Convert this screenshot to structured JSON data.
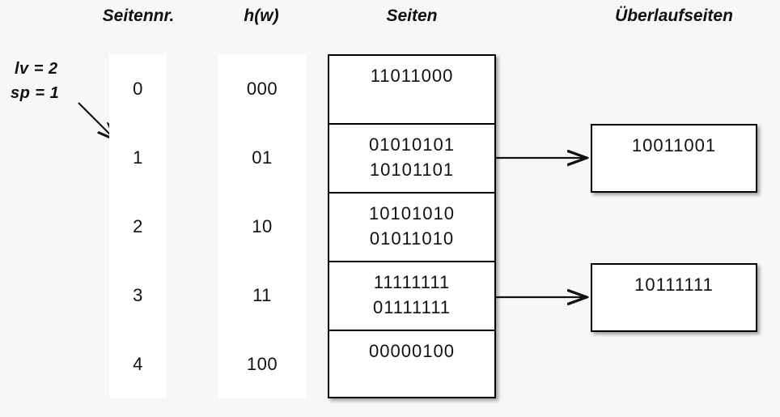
{
  "headers": {
    "seitennr": "Seitennr.",
    "hw": "h(w)",
    "seiten": "Seiten",
    "ueberlaufseiten": "Überlaufseiten"
  },
  "params": {
    "lv": "lv = 2",
    "sp": "sp = 1"
  },
  "colors": {
    "background": "#f7f7f7",
    "strip": "#ffffff",
    "ink": "#111111",
    "border": "#000000"
  },
  "rows": [
    {
      "seitennr": "0",
      "hw": "000",
      "page_lines": [
        "11011000"
      ],
      "overflow": null
    },
    {
      "seitennr": "1",
      "hw": "01",
      "page_lines": [
        "01010101",
        "10101101"
      ],
      "overflow": "10011001"
    },
    {
      "seitennr": "2",
      "hw": "10",
      "page_lines": [
        "10101010",
        "01011010"
      ],
      "overflow": null
    },
    {
      "seitennr": "3",
      "hw": "11",
      "page_lines": [
        "11111111",
        "01111111"
      ],
      "overflow": "10111111"
    },
    {
      "seitennr": "4",
      "hw": "100",
      "page_lines": [
        "00000100"
      ],
      "overflow": null
    }
  ],
  "overflow_pages": [
    {
      "value": "10011001",
      "from_row": 1
    },
    {
      "value": "10111111",
      "from_row": 3
    }
  ]
}
